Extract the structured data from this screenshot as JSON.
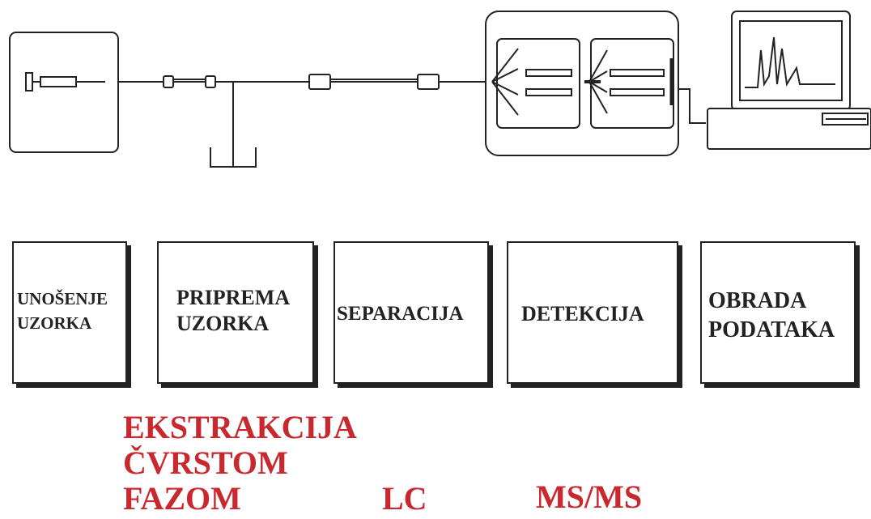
{
  "stages": [
    {
      "id": "sample-intro",
      "lines": [
        "UNOŠENJE",
        "UZORKA"
      ]
    },
    {
      "id": "sample-prep",
      "lines": [
        "PRIPREMA",
        "UZORKA"
      ]
    },
    {
      "id": "separation",
      "lines": [
        "SEPARACIJA"
      ]
    },
    {
      "id": "detection",
      "lines": [
        "DETEKCIJA"
      ]
    },
    {
      "id": "data-processing",
      "lines": [
        "OBRADA",
        "PODATAKA"
      ]
    }
  ],
  "techniques": {
    "prep": [
      "EKSTRAKCIJA",
      "ČVRSTOM",
      "FAZOM"
    ],
    "separation": "LC",
    "detection": "MS/MS"
  },
  "colors": {
    "line": "#222222",
    "technique_text": "#c8282e"
  },
  "icons": {
    "injector": "syringe-icon",
    "spe": "spe-cartridge-icon",
    "waste": "waste-container-icon",
    "column": "lc-column-icon",
    "ms": "tandem-mass-spectrometer-icon",
    "computer": "computer-chromatogram-icon"
  }
}
